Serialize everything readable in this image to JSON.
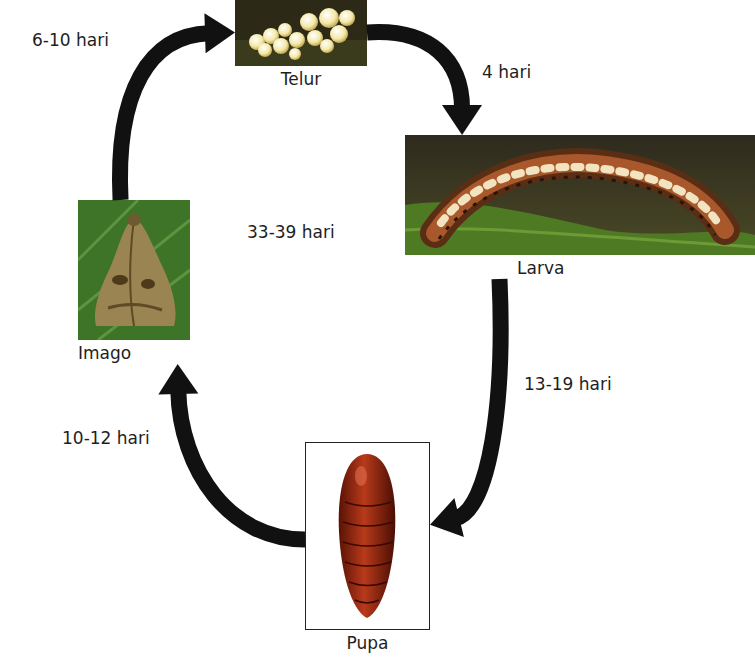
{
  "diagram": {
    "nodes": [
      {
        "text": [
          "Telur"
        ]
      },
      {
        "text": [
          "Larva"
        ]
      },
      {
        "text": [
          "Pupa"
        ]
      },
      {
        "text": [
          "Imago"
        ]
      }
    ],
    "edges": [
      {
        "from": 0,
        "to": 1,
        "label": "4 hari",
        "arrow": "to"
      },
      {
        "from": 1,
        "to": 2,
        "label": "13-19 hari",
        "arrow": "to"
      },
      {
        "from": 2,
        "to": 3,
        "label": "10-12 hari",
        "arrow": "to"
      },
      {
        "from": 3,
        "to": 0,
        "label": "6-10 hari",
        "arrow": "to"
      }
    ],
    "labels": [
      "33-39 hari"
    ]
  }
}
